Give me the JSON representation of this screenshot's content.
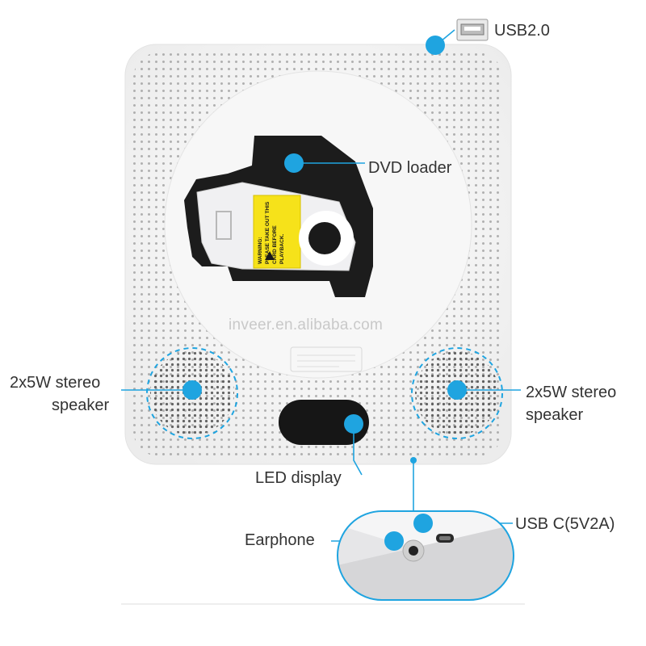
{
  "labels": {
    "usb2": "USB2.0",
    "dvd_loader": "DVD loader",
    "speaker_left_line1": "2x5W stereo",
    "speaker_left_line2": "speaker",
    "speaker_right_line1": "2x5W stereo",
    "speaker_right_line2": "speaker",
    "led_display": "LED display",
    "usb_c": "USB C(5V2A)",
    "earphone": "Earphone"
  },
  "warning_sticker": {
    "title": "WARNING:",
    "line1": "PLEASE TAKE OUT THIS",
    "line2": "CARD BEFORE PLAYBACK."
  },
  "watermark": "inveer.en.alibaba.com",
  "colors": {
    "accent": "#1fa4e0",
    "device_body": "#f4f4f4",
    "loader_dark": "#1c1c1c",
    "sticker": "#f6e21a"
  },
  "icons": [
    "usb-port-icon",
    "callout-dot-icon",
    "earphone-jack-icon",
    "usb-c-port-icon"
  ]
}
